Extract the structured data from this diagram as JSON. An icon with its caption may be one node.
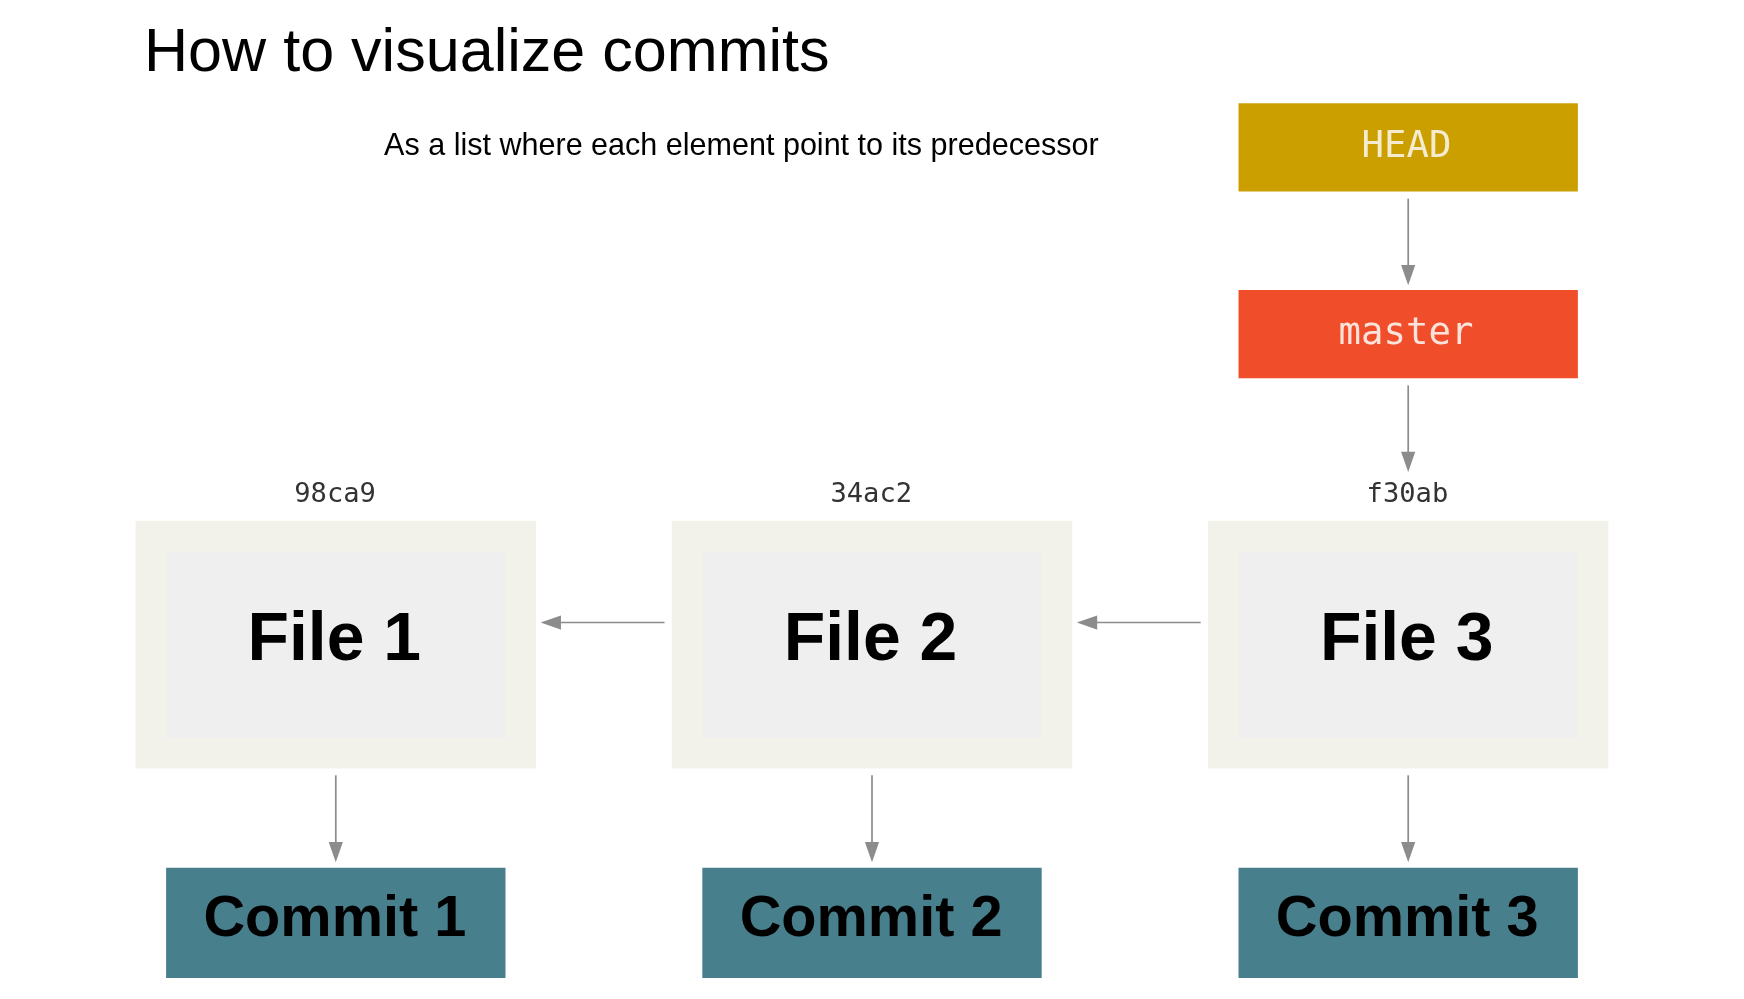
{
  "diagram": {
    "title": "How to visualize commits",
    "nodes": [
      {
        "text": [
          "HEAD"
        ]
      },
      {
        "text": [
          "master"
        ]
      },
      {
        "text": [
          "File 1"
        ],
        "beside": [
          "98ca9"
        ]
      },
      {
        "text": [
          "File 2"
        ],
        "beside": [
          "34ac2"
        ]
      },
      {
        "text": [
          "File 3"
        ],
        "beside": [
          "f30ab"
        ]
      },
      {
        "text": [
          "Commit 1"
        ]
      },
      {
        "text": [
          "Commit 2"
        ]
      },
      {
        "text": [
          "Commit 3"
        ]
      }
    ],
    "edges": [
      {
        "from": 0,
        "to": 1,
        "arrow": "to"
      },
      {
        "from": 1,
        "to": 4,
        "arrow": "to"
      },
      {
        "from": 4,
        "to": 3,
        "arrow": "to"
      },
      {
        "from": 3,
        "to": 2,
        "arrow": "to"
      },
      {
        "from": 2,
        "to": 5,
        "arrow": "to"
      },
      {
        "from": 3,
        "to": 6,
        "arrow": "to"
      },
      {
        "from": 4,
        "to": 7,
        "arrow": "to"
      }
    ],
    "labels": [
      "As a list where each element point to its predecessor"
    ]
  }
}
